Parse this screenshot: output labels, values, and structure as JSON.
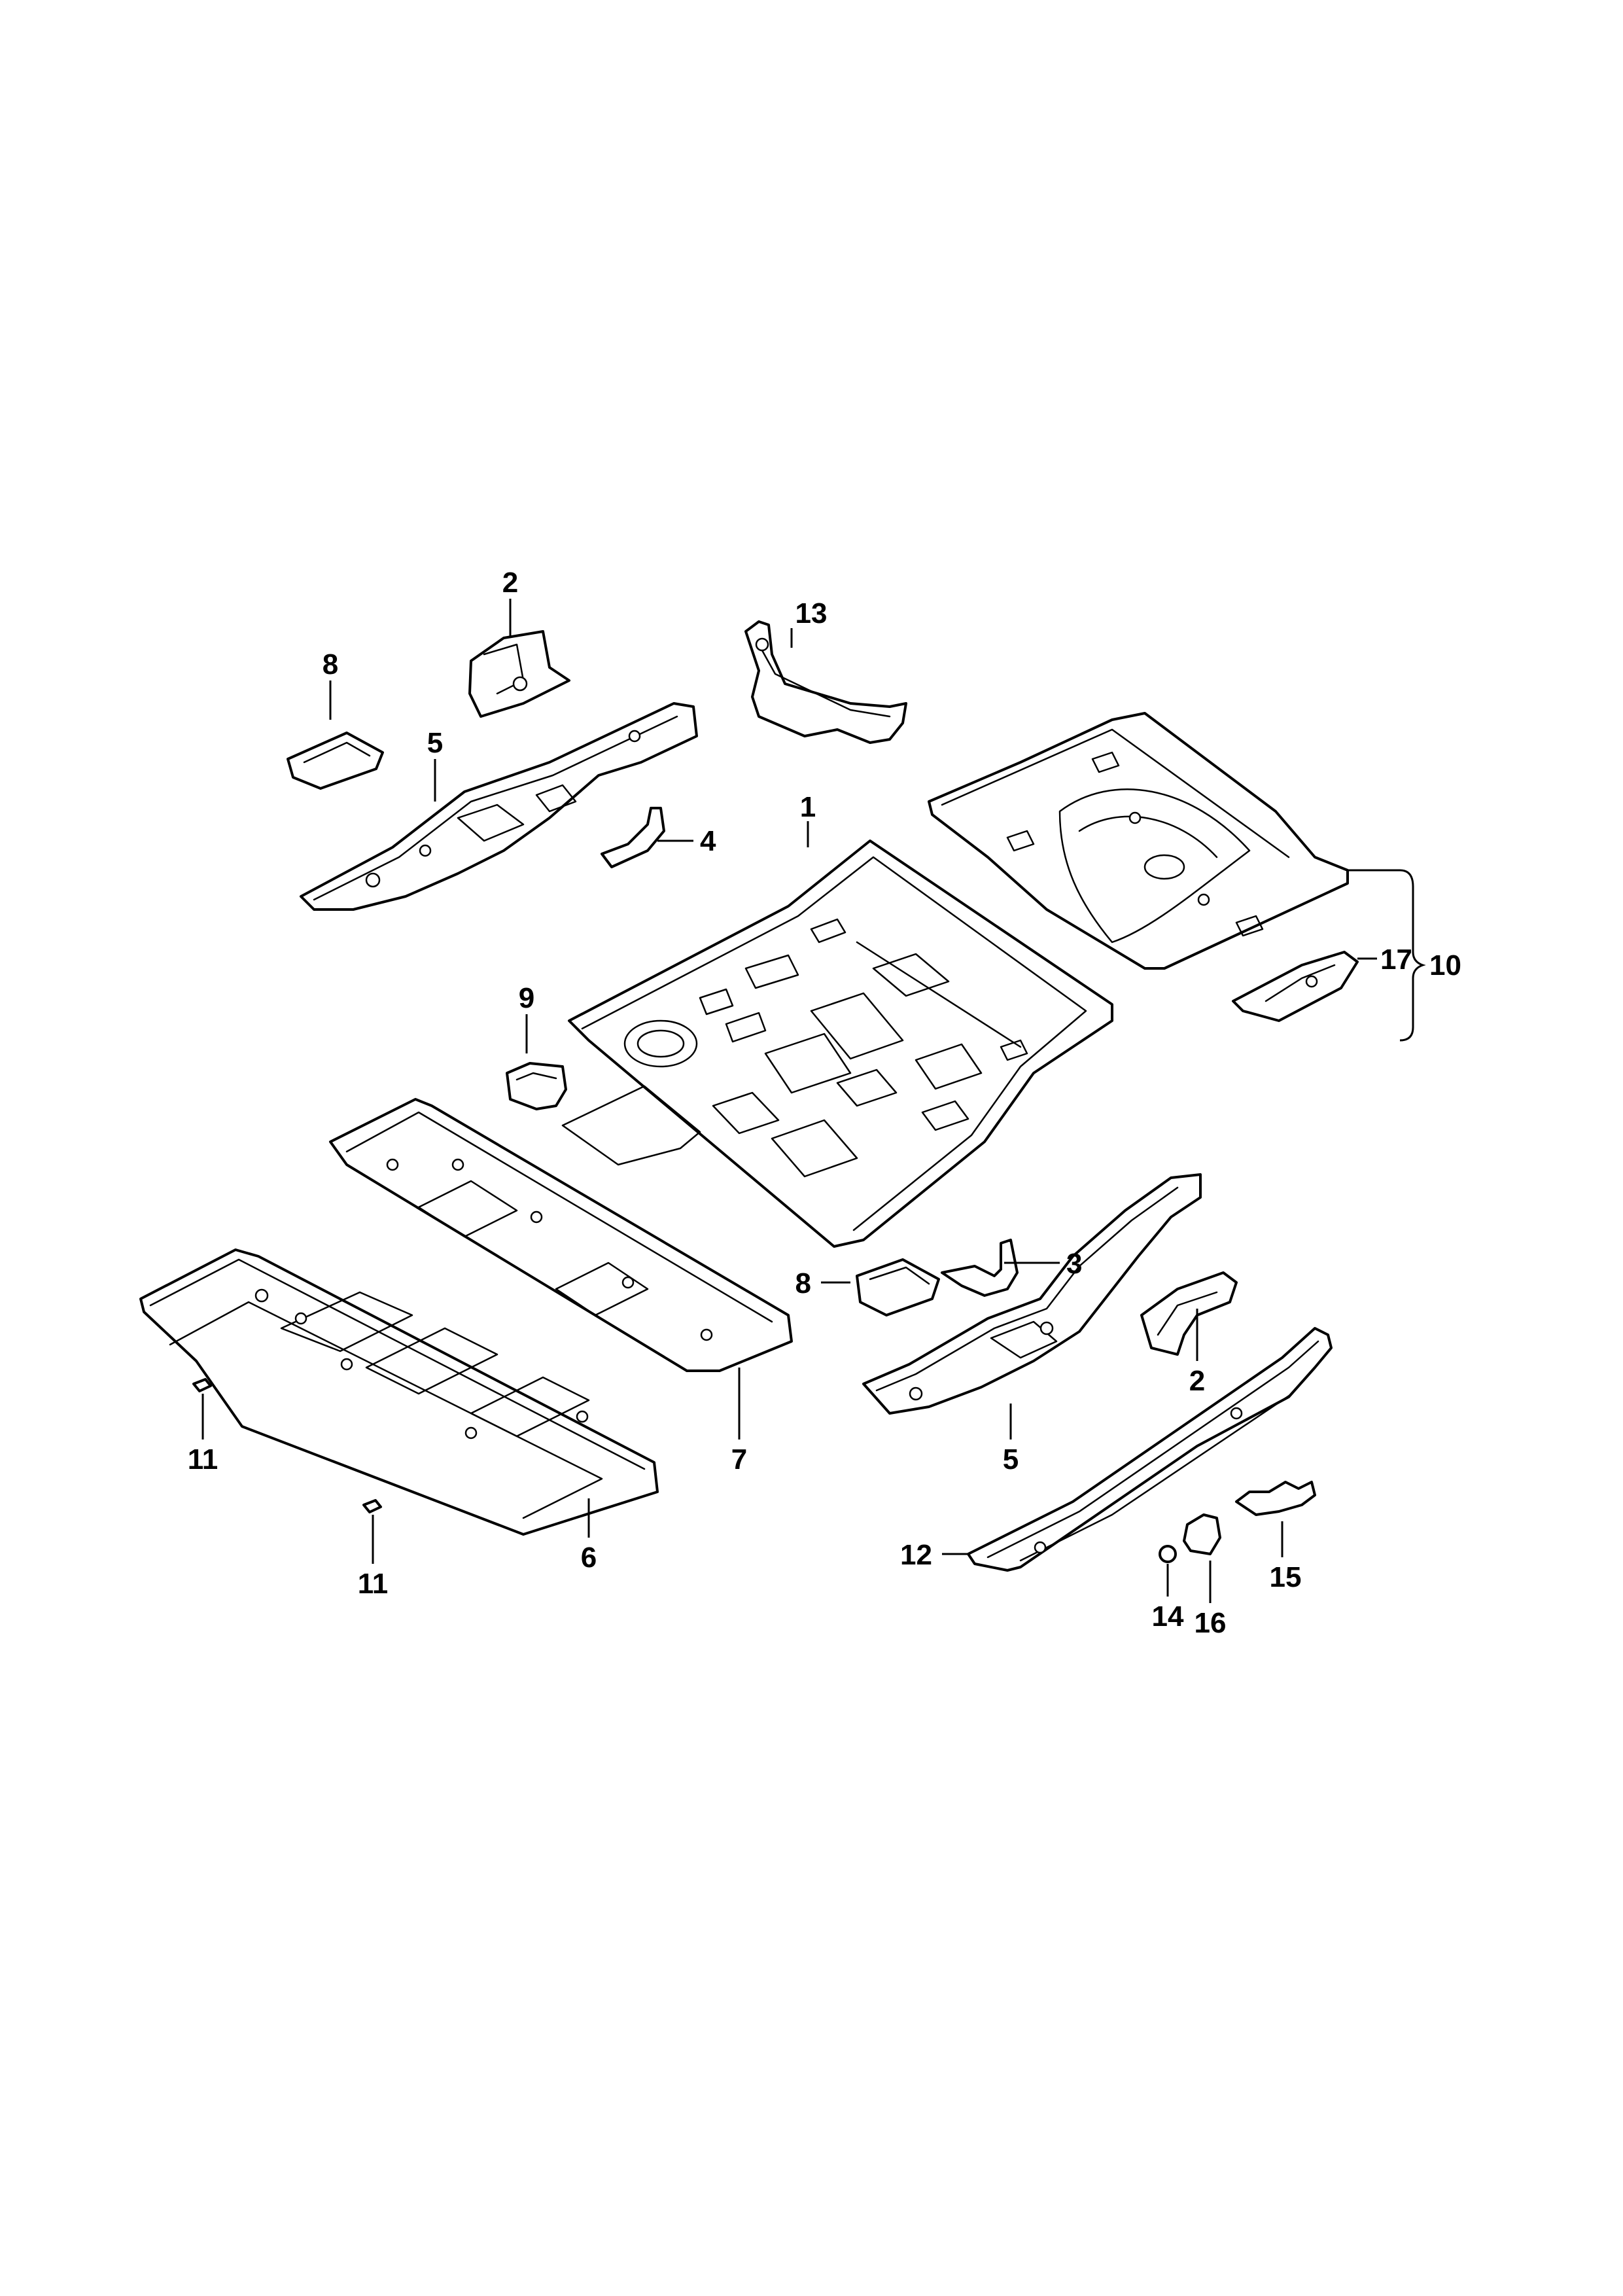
{
  "callouts": {
    "c1": "1",
    "c2a": "2",
    "c2b": "2",
    "c3": "3",
    "c4": "4",
    "c5a": "5",
    "c5b": "5",
    "c6": "6",
    "c7": "7",
    "c8a": "8",
    "c8b": "8",
    "c9": "9",
    "c10": "10",
    "c11a": "11",
    "c11b": "11",
    "c12": "12",
    "c13": "13",
    "c14": "14",
    "c15": "15",
    "c16": "16",
    "c17": "17"
  }
}
